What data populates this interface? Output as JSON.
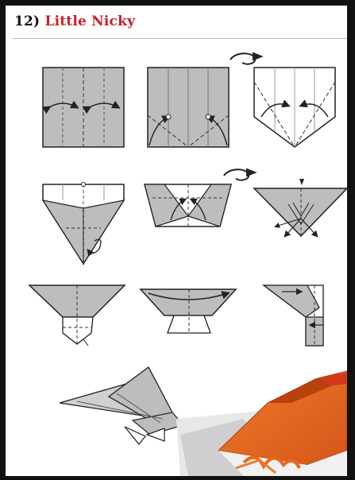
{
  "title": {
    "number": "12)",
    "name": "Little Nicky"
  },
  "colors": {
    "paper_gray": "#bdbdbd",
    "paper_white": "#ffffff",
    "line": "#222222",
    "accent_title": "#c8202a",
    "plane_orange": "#e8681e",
    "plane_dark_orange": "#b8420e"
  },
  "steps": [
    {
      "id": 1,
      "icon": "fold-vertical-center-icon"
    },
    {
      "id": 2,
      "icon": "fold-bottom-corners-icon"
    },
    {
      "id": 3,
      "icon": "fold-diagonal-icon"
    },
    {
      "id": 4,
      "icon": "fold-point-icon"
    },
    {
      "id": 5,
      "icon": "fold-wings-inward-icon"
    },
    {
      "id": 6,
      "icon": "fold-down-center-icon"
    },
    {
      "id": 7,
      "icon": "fold-tail-icon"
    },
    {
      "id": 8,
      "icon": "fold-body-icon"
    },
    {
      "id": 9,
      "icon": "fold-side-view-icon"
    }
  ],
  "turn_over_icon": "turn-over-icon"
}
